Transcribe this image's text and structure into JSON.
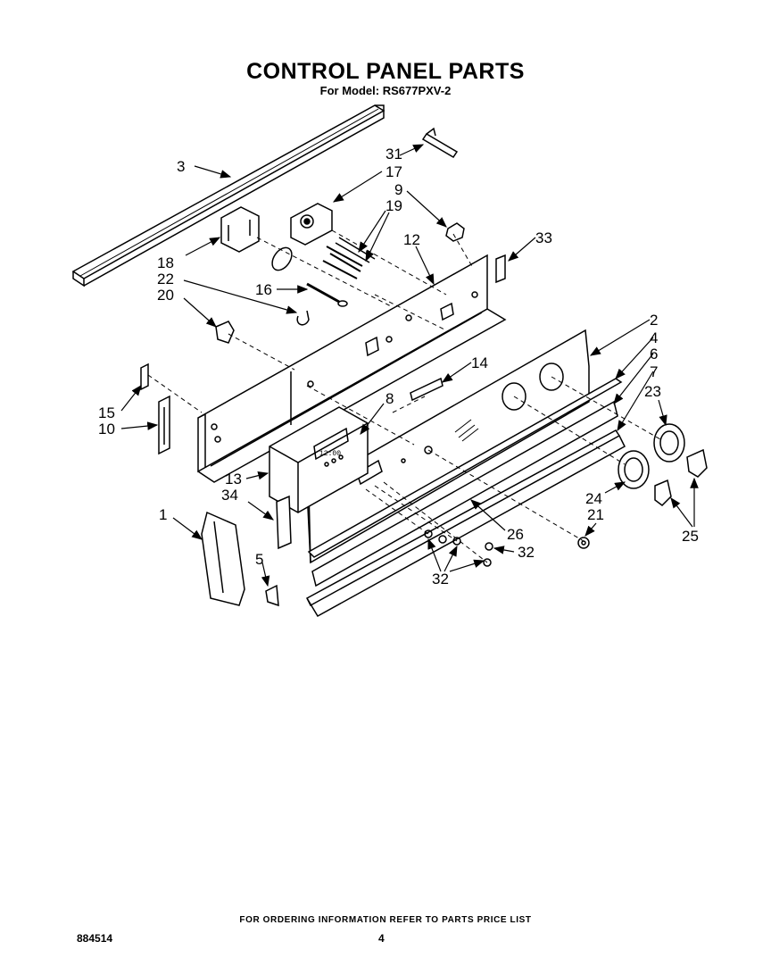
{
  "title": "CONTROL PANEL PARTS",
  "model_line": "For Model: RS677PXV-2",
  "footer_note": "FOR ORDERING INFORMATION REFER TO PARTS PRICE LIST",
  "document_number": "884514",
  "page_number": "4",
  "display_readout": "12:00",
  "callouts": {
    "c1": "1",
    "c2": "2",
    "c3": "3",
    "c4": "4",
    "c5": "5",
    "c6": "6",
    "c7": "7",
    "c8": "8",
    "c9": "9",
    "c10": "10",
    "c12": "12",
    "c13": "13",
    "c14": "14",
    "c15": "15",
    "c16": "16",
    "c17": "17",
    "c18": "18",
    "c19": "19",
    "c20": "20",
    "c21": "21",
    "c22": "22",
    "c23": "23",
    "c24": "24",
    "c25": "25",
    "c26": "26",
    "c31": "31",
    "c32a": "32",
    "c32b": "32",
    "c33": "33",
    "c34": "34"
  },
  "colors": {
    "ink": "#000000",
    "paper": "#ffffff"
  }
}
